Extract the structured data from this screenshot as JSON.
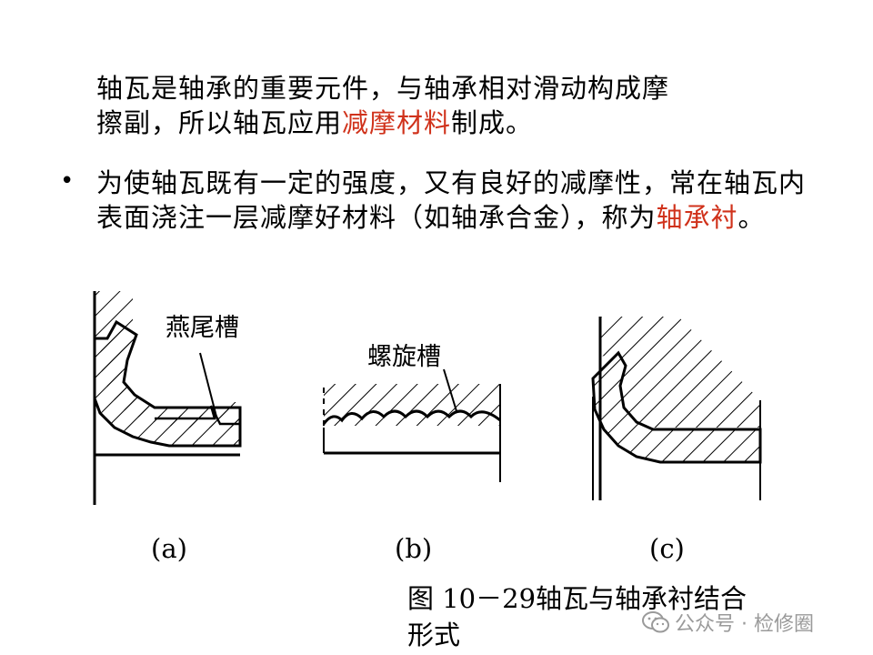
{
  "intro": {
    "line1": "轴瓦是轴承的重要元件，与轴承相对滑动构成摩",
    "line2_pre": "擦副，所以轴瓦应用",
    "line2_highlight": "减摩材料",
    "line2_post": "制成。"
  },
  "bullet_point": {
    "symbol": "•",
    "text_pre": "为使轴瓦既有一定的强度，又有良好的减摩性，常在轴瓦内表面浇注一层减摩好材料（如轴承合金），称为",
    "highlight": "轴承衬",
    "text_post": "。"
  },
  "figures": [
    {
      "label": "(a)",
      "callout": "燕尾槽"
    },
    {
      "label": "(b)",
      "callout": "螺旋槽"
    },
    {
      "label": "(c)",
      "callout": ""
    }
  ],
  "caption": "图 10－29轴瓦与轴承衬结合形式",
  "watermark": "公众号 · 检修圈",
  "colors": {
    "highlight": "#d0321b",
    "watermark": "#9a9a9a"
  }
}
